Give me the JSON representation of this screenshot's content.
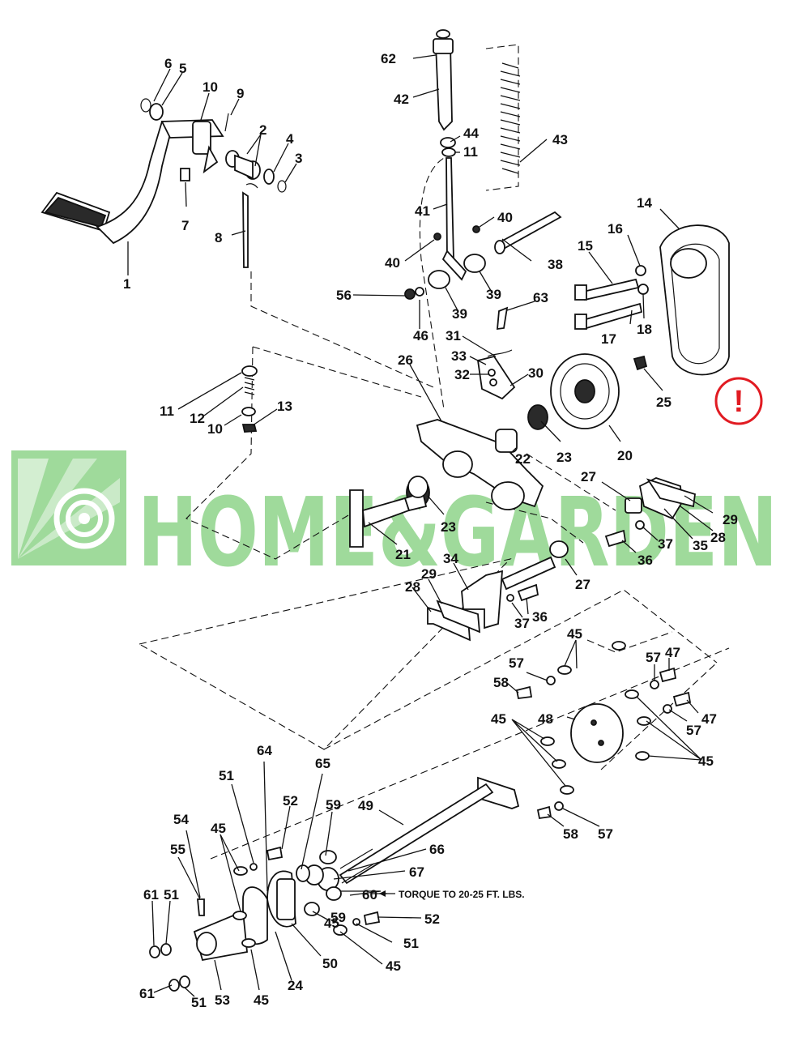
{
  "watermark": {
    "text": "HOME&GARDEN",
    "color": "#8fd48a",
    "logo_icon": "spiral-leaf-logo"
  },
  "warning_icon": {
    "glyph": "!",
    "color": "#e11b22"
  },
  "torque_note": "TORQUE TO 20-25 FT. LBS.",
  "callouts": {
    "c1": "1",
    "c2": "2",
    "c3": "3",
    "c4": "4",
    "c5": "5",
    "c6": "6",
    "c7": "7",
    "c8": "8",
    "c9": "9",
    "c10a": "10",
    "c10b": "10",
    "c11a": "11",
    "c11b": "11",
    "c12": "12",
    "c13": "13",
    "c14": "14",
    "c15": "15",
    "c16": "16",
    "c17": "17",
    "c18": "18",
    "c20": "20",
    "c21": "21",
    "c22": "22",
    "c23a": "23",
    "c23b": "23",
    "c24": "24",
    "c25": "25",
    "c26": "26",
    "c27a": "27",
    "c27b": "27",
    "c28a": "28",
    "c28b": "28",
    "c29a": "29",
    "c29b": "29",
    "c30": "30",
    "c31": "31",
    "c32": "32",
    "c33": "33",
    "c34": "34",
    "c35": "35",
    "c36a": "36",
    "c36b": "36",
    "c37a": "37",
    "c37b": "37",
    "c38": "38",
    "c39a": "39",
    "c39b": "39",
    "c40a": "40",
    "c40b": "40",
    "c41": "41",
    "c42": "42",
    "c43": "43",
    "c44": "44",
    "c45a": "45",
    "c45b": "45",
    "c45c": "45",
    "c45d": "45",
    "c45e": "45",
    "c45f": "45",
    "c45g": "45",
    "c46": "46",
    "c47a": "47",
    "c47b": "47",
    "c48": "48",
    "c49": "49",
    "c50": "50",
    "c51a": "51",
    "c51b": "51",
    "c51c": "51",
    "c51d": "51",
    "c52a": "52",
    "c52b": "52",
    "c53": "53",
    "c54": "54",
    "c55": "55",
    "c56": "56",
    "c57a": "57",
    "c57b": "57",
    "c57c": "57",
    "c57d": "57",
    "c58a": "58",
    "c58b": "58",
    "c59a": "59",
    "c59b": "59",
    "c60": "60",
    "c61a": "61",
    "c61b": "61",
    "c62": "62",
    "c63": "63",
    "c64": "64",
    "c65": "65",
    "c66": "66",
    "c67": "67"
  }
}
